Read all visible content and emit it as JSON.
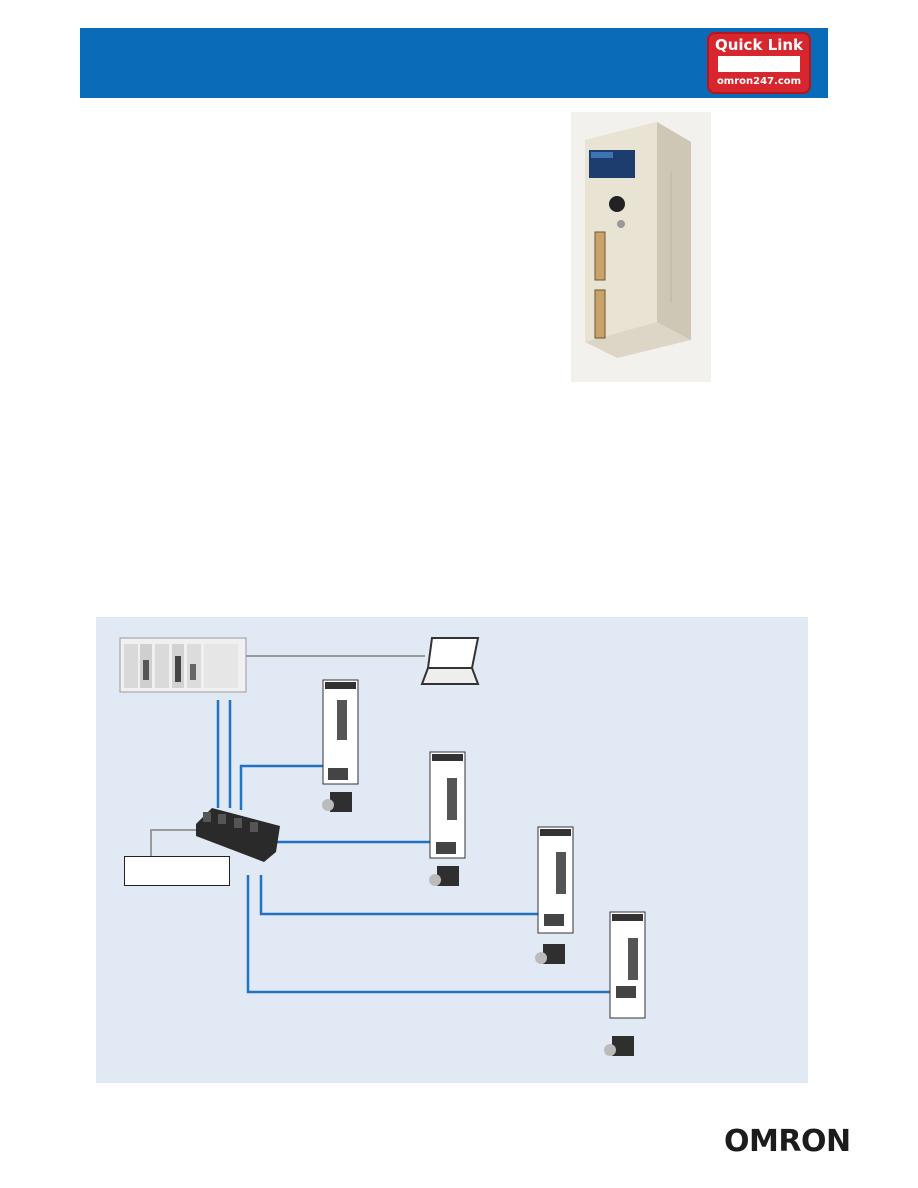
{
  "header": {
    "badge_title": "Quick Link",
    "badge_url": "omron247.com",
    "brand_color": "#0a6cb8",
    "badge_color": "#d8262e"
  },
  "product_image": {
    "icon": "motion-control-module-icon"
  },
  "diagram": {
    "background": "#e1e9f5",
    "link_color": "#1f73c2",
    "servo_count": 4,
    "devices": [
      "plc-rack-icon",
      "laptop-icon",
      "terminal-block-icon",
      "servo-drive-icon",
      "servo-motor-icon"
    ]
  },
  "footer": {
    "logo": "OMRON"
  }
}
